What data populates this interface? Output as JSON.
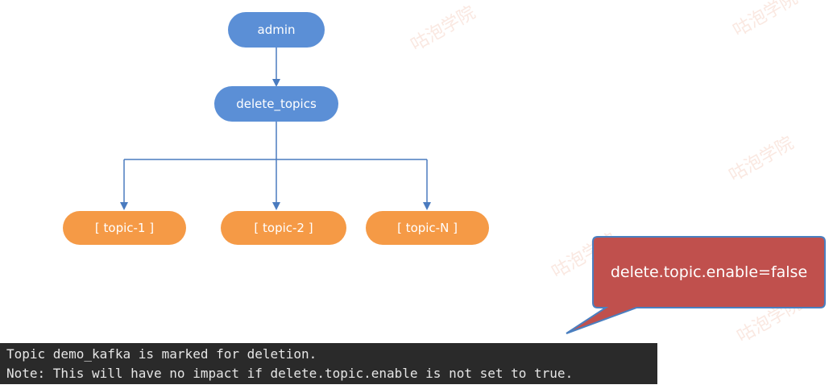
{
  "diagram": {
    "root": {
      "label": "admin",
      "color": "#5b8fd6"
    },
    "command": {
      "label": "delete_topics",
      "color": "#5b8fd6"
    },
    "topics": [
      {
        "label": "[ topic-1 ]",
        "color": "#f59a46"
      },
      {
        "label": "[ topic-2 ]",
        "color": "#f59a46"
      },
      {
        "label": "[ topic-N ]",
        "color": "#f59a46"
      }
    ],
    "edge_color": "#4a7bbf"
  },
  "callout": {
    "text": "delete.topic.enable=false",
    "color": "#c0504d",
    "border_color": "#4a7fc0"
  },
  "terminal": {
    "lines": [
      "Topic demo_kafka is marked for deletion.",
      "Note: This will have no impact if delete.topic.enable is not set to true."
    ]
  },
  "watermark": {
    "text": "咕泡学院"
  }
}
